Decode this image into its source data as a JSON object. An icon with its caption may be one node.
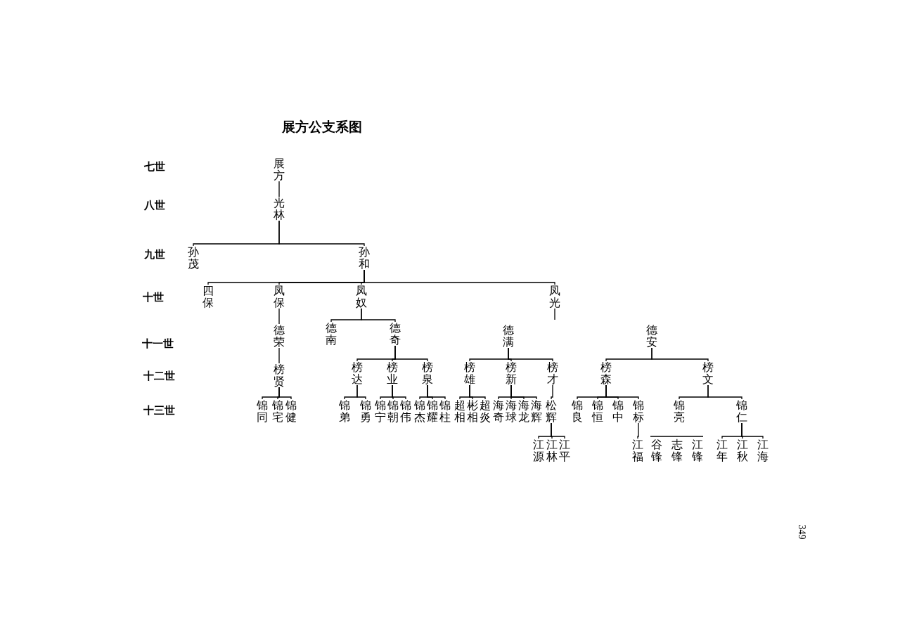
{
  "diagram": {
    "title": "展方公支系图",
    "nodes": [
      {
        "text": [
          "展方"
        ]
      },
      {
        "text": [
          "光林"
        ]
      },
      {
        "text": [
          "孙茂"
        ]
      },
      {
        "text": [
          "孙和"
        ]
      },
      {
        "text": [
          "四保"
        ]
      },
      {
        "text": [
          "凤保"
        ]
      },
      {
        "text": [
          "凤奴"
        ]
      },
      {
        "text": [
          "凤光"
        ]
      },
      {
        "text": [
          "德荣"
        ]
      },
      {
        "text": [
          "德南"
        ]
      },
      {
        "text": [
          "德奇"
        ]
      },
      {
        "text": [
          "德满"
        ]
      },
      {
        "text": [
          "德安"
        ]
      },
      {
        "text": [
          "榜贤"
        ]
      },
      {
        "text": [
          "榜达"
        ]
      },
      {
        "text": [
          "榜业"
        ]
      },
      {
        "text": [
          "榜泉"
        ]
      },
      {
        "text": [
          "榜雄"
        ]
      },
      {
        "text": [
          "榜新"
        ]
      },
      {
        "text": [
          "榜才"
        ]
      },
      {
        "text": [
          "榜森"
        ]
      },
      {
        "text": [
          "榜文"
        ]
      },
      {
        "text": [
          "锦同"
        ]
      },
      {
        "text": [
          "锦宅"
        ]
      },
      {
        "text": [
          "锦健"
        ]
      },
      {
        "text": [
          "锦弟"
        ]
      },
      {
        "text": [
          "锦勇"
        ]
      },
      {
        "text": [
          "锦宁"
        ]
      },
      {
        "text": [
          "锦朝"
        ]
      },
      {
        "text": [
          "锦伟"
        ]
      },
      {
        "text": [
          "锦杰"
        ]
      },
      {
        "text": [
          "锦耀"
        ]
      },
      {
        "text": [
          "锦柱"
        ]
      },
      {
        "text": [
          "超相"
        ]
      },
      {
        "text": [
          "彬相"
        ]
      },
      {
        "text": [
          "超炎"
        ]
      },
      {
        "text": [
          "海奇"
        ]
      },
      {
        "text": [
          "海球"
        ]
      },
      {
        "text": [
          "海龙"
        ]
      },
      {
        "text": [
          "海辉"
        ]
      },
      {
        "text": [
          "松辉"
        ]
      },
      {
        "text": [
          "锦良"
        ]
      },
      {
        "text": [
          "锦恒"
        ]
      },
      {
        "text": [
          "锦中"
        ]
      },
      {
        "text": [
          "锦标"
        ]
      },
      {
        "text": [
          "锦亮"
        ]
      },
      {
        "text": [
          "锦仁"
        ]
      },
      {
        "text": [
          "江源"
        ]
      },
      {
        "text": [
          "江林"
        ]
      },
      {
        "text": [
          "江平"
        ]
      },
      {
        "text": [
          "江福"
        ]
      },
      {
        "text": [
          "谷锋"
        ]
      },
      {
        "text": [
          "志锋"
        ]
      },
      {
        "text": [
          "江锋"
        ]
      },
      {
        "text": [
          "江年"
        ]
      },
      {
        "text": [
          "江秋"
        ]
      },
      {
        "text": [
          "江海"
        ]
      }
    ],
    "edges": [
      {
        "from": 0,
        "to": 1,
        "arrow": "none"
      },
      {
        "from": 1,
        "to": 2,
        "arrow": "none"
      },
      {
        "from": 1,
        "to": 3,
        "arrow": "none"
      },
      {
        "from": 3,
        "to": 4,
        "arrow": "none"
      },
      {
        "from": 3,
        "to": 5,
        "arrow": "none"
      },
      {
        "from": 3,
        "to": 6,
        "arrow": "none"
      },
      {
        "from": 3,
        "to": 7,
        "arrow": "none"
      },
      {
        "from": 5,
        "to": 8,
        "arrow": "none"
      },
      {
        "from": 6,
        "to": 9,
        "arrow": "none"
      },
      {
        "from": 6,
        "to": 10,
        "arrow": "none"
      },
      {
        "from": 7,
        "to": null,
        "arrow": "none"
      },
      {
        "from": 8,
        "to": 13,
        "arrow": "none"
      },
      {
        "from": 10,
        "to": 14,
        "arrow": "none"
      },
      {
        "from": 10,
        "to": 15,
        "arrow": "none"
      },
      {
        "from": 10,
        "to": 16,
        "arrow": "none"
      },
      {
        "from": 11,
        "to": 17,
        "arrow": "none"
      },
      {
        "from": 11,
        "to": 18,
        "arrow": "none"
      },
      {
        "from": 11,
        "to": 19,
        "arrow": "none"
      },
      {
        "from": 12,
        "to": 20,
        "arrow": "none"
      },
      {
        "from": 12,
        "to": 21,
        "arrow": "none"
      },
      {
        "from": 13,
        "to": 22,
        "arrow": "none"
      },
      {
        "from": 13,
        "to": 23,
        "arrow": "none"
      },
      {
        "from": 13,
        "to": 24,
        "arrow": "none"
      },
      {
        "from": 14,
        "to": 25,
        "arrow": "none"
      },
      {
        "from": 14,
        "to": 26,
        "arrow": "none"
      },
      {
        "from": 15,
        "to": 27,
        "arrow": "none"
      },
      {
        "from": 15,
        "to": 28,
        "arrow": "none"
      },
      {
        "from": 15,
        "to": 29,
        "arrow": "none"
      },
      {
        "from": 16,
        "to": 30,
        "arrow": "none"
      },
      {
        "from": 16,
        "to": 31,
        "arrow": "none"
      },
      {
        "from": 16,
        "to": 32,
        "arrow": "none"
      },
      {
        "from": 17,
        "to": 33,
        "arrow": "none"
      },
      {
        "from": 17,
        "to": 34,
        "arrow": "none"
      },
      {
        "from": 17,
        "to": 35,
        "arrow": "none"
      },
      {
        "from": 18,
        "to": 36,
        "arrow": "none"
      },
      {
        "from": 18,
        "to": 37,
        "arrow": "none"
      },
      {
        "from": 18,
        "to": 38,
        "arrow": "none"
      },
      {
        "from": 18,
        "to": 39,
        "arrow": "none"
      },
      {
        "from": 19,
        "to": 40,
        "arrow": "none"
      },
      {
        "from": 20,
        "to": 41,
        "arrow": "none"
      },
      {
        "from": 20,
        "to": 42,
        "arrow": "none"
      },
      {
        "from": 20,
        "to": 43,
        "arrow": "none"
      },
      {
        "from": 20,
        "to": 44,
        "arrow": "none"
      },
      {
        "from": 21,
        "to": 45,
        "arrow": "none"
      },
      {
        "from": 21,
        "to": 46,
        "arrow": "none"
      },
      {
        "from": 40,
        "to": 47,
        "arrow": "none"
      },
      {
        "from": 40,
        "to": 48,
        "arrow": "none"
      },
      {
        "from": 40,
        "to": 49,
        "arrow": "none"
      },
      {
        "from": 44,
        "to": 50,
        "arrow": "none"
      },
      {
        "from": 46,
        "to": 54,
        "arrow": "none"
      },
      {
        "from": 46,
        "to": 55,
        "arrow": "none"
      },
      {
        "from": 46,
        "to": 56,
        "arrow": "none"
      }
    ],
    "labels": [
      "七世",
      "八世",
      "九世",
      "十世",
      "十一世",
      "十二世",
      "十三世",
      "349"
    ]
  }
}
